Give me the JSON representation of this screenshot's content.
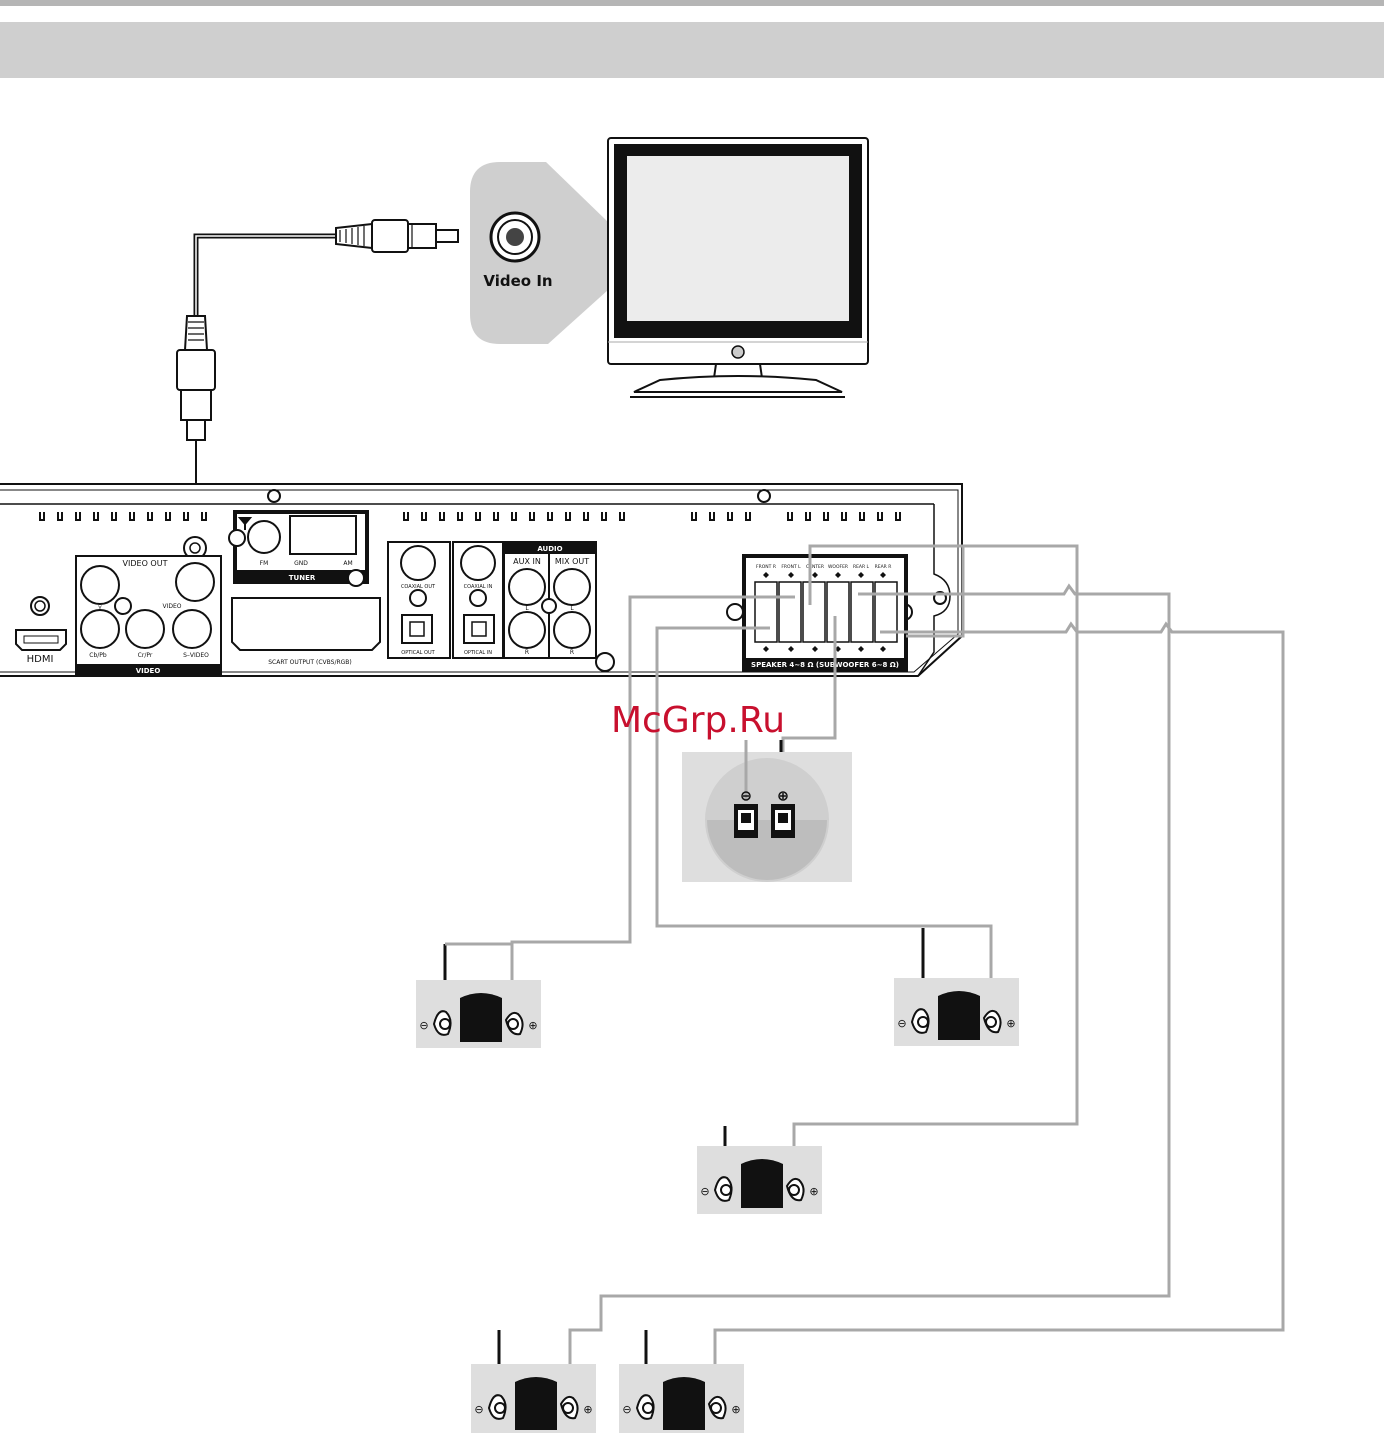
{
  "tv": {
    "input_label": "Video In"
  },
  "watermark": "McGrp.Ru",
  "dvd": {
    "hdmi_label": "HDMI",
    "video_out_label": "VIDEO OUT",
    "y_label": "Y",
    "cbpb_label": "Cb/Pb",
    "crpr_label": "Cr/Pr",
    "video_label": "VIDEO",
    "svideo_label": "S–VIDEO",
    "video_section_label": "VIDEO",
    "fm_label": "FM",
    "gnd_label": "GND",
    "am_label": "AM",
    "tuner_label": "TUNER",
    "scart_label": "SCART OUTPUT (CVBS/RGB)",
    "coaxial_out_label": "COAXIAL OUT",
    "coaxial_in_label": "COAXIAL IN",
    "optical_out_label": "OPTICAL OUT",
    "optical_in_label": "OPTICAL IN",
    "audio_label": "AUDIO",
    "aux_in_label": "AUX IN",
    "mix_out_label": "MIX OUT",
    "l_label": "L",
    "r_label": "R",
    "speaker_section_label": "SPEAKER 4~8 Ω (SUBWOOFER 6~8 Ω)",
    "speaker_terminals": [
      "FRONT R",
      "FRONT L",
      "CENTER",
      "WOOFER",
      "REAR L",
      "REAR R"
    ]
  },
  "speaker": {
    "minus_label": "⊖",
    "plus_label": "⊕"
  }
}
